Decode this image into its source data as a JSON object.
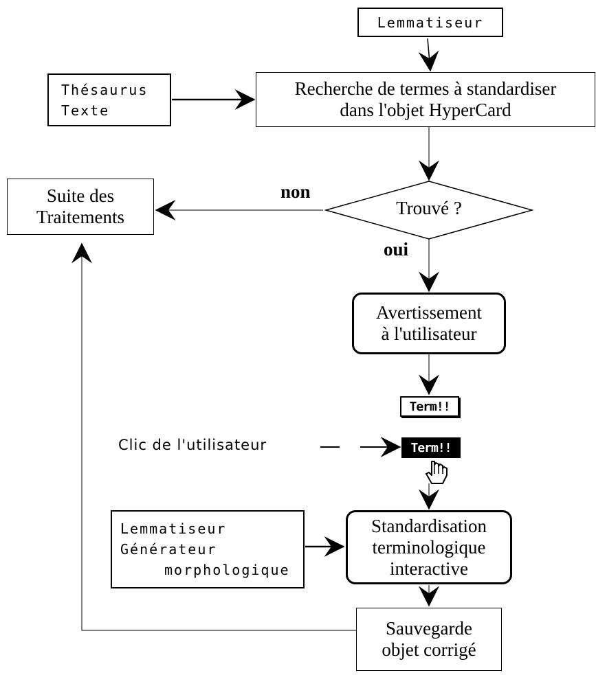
{
  "nodes": {
    "lemmatiseur_top": "Lemmatiseur",
    "thesaurus": [
      "Thésaurus",
      "Texte"
    ],
    "recherche": [
      "Recherche de termes à standardiser",
      "dans l'objet HyperCard"
    ],
    "trouve": "Trouvé ?",
    "suite": [
      "Suite des",
      "Traitements"
    ],
    "avertissement": [
      "Avertissement",
      "à l'utilisateur"
    ],
    "term_button": "Term!!",
    "term_button_clicked": "Term!!",
    "lemmatiseur_generateur": [
      "Lemmatiseur",
      "Générateur",
      "morphologique"
    ],
    "standardisation": [
      "Standardisation",
      "terminologique",
      "interactive"
    ],
    "sauvegarde": [
      "Sauvegarde",
      "objet corrigé"
    ]
  },
  "edge_labels": {
    "non": "non",
    "oui": "oui",
    "clic": "Clic de l'utilisateur"
  },
  "icons": [
    "hand-pointer-icon"
  ]
}
